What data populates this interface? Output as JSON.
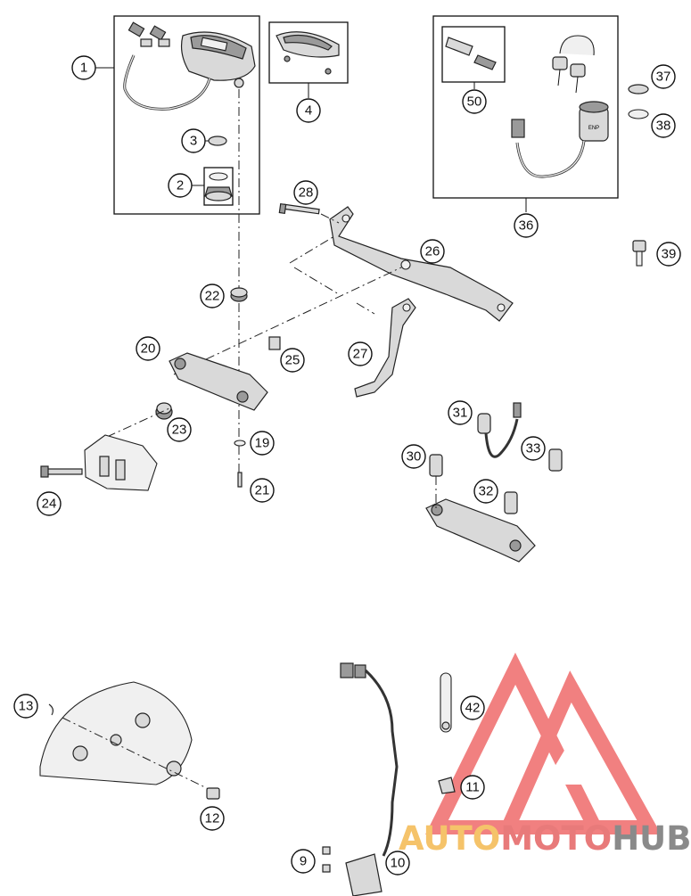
{
  "callouts": [
    {
      "id": "c1",
      "label": "1"
    },
    {
      "id": "c2",
      "label": "2"
    },
    {
      "id": "c3",
      "label": "3"
    },
    {
      "id": "c4",
      "label": "4"
    },
    {
      "id": "c50",
      "label": "50"
    },
    {
      "id": "c36",
      "label": "36"
    },
    {
      "id": "c37",
      "label": "37"
    },
    {
      "id": "c38",
      "label": "38"
    },
    {
      "id": "c39",
      "label": "39"
    },
    {
      "id": "c28",
      "label": "28"
    },
    {
      "id": "c26",
      "label": "26"
    },
    {
      "id": "c22",
      "label": "22"
    },
    {
      "id": "c20",
      "label": "20"
    },
    {
      "id": "c25",
      "label": "25"
    },
    {
      "id": "c27",
      "label": "27"
    },
    {
      "id": "c23",
      "label": "23"
    },
    {
      "id": "c19",
      "label": "19"
    },
    {
      "id": "c24",
      "label": "24"
    },
    {
      "id": "c21",
      "label": "21"
    },
    {
      "id": "c31",
      "label": "31"
    },
    {
      "id": "c33",
      "label": "33"
    },
    {
      "id": "c30",
      "label": "30"
    },
    {
      "id": "c32",
      "label": "32"
    },
    {
      "id": "c13",
      "label": "13"
    },
    {
      "id": "c42",
      "label": "42"
    },
    {
      "id": "c11",
      "label": "11"
    },
    {
      "id": "c12",
      "label": "12"
    },
    {
      "id": "c9",
      "label": "9"
    },
    {
      "id": "c10",
      "label": "10"
    }
  ],
  "watermark": {
    "part1": "AUTO",
    "part2": "MOTO",
    "part3": "HUB",
    "colors": {
      "auto": "#f5c36a",
      "moto": "#e87a7a",
      "hub": "#8a8a8a",
      "logo": "#ef6b6b"
    }
  },
  "ignition_label": "ENP"
}
